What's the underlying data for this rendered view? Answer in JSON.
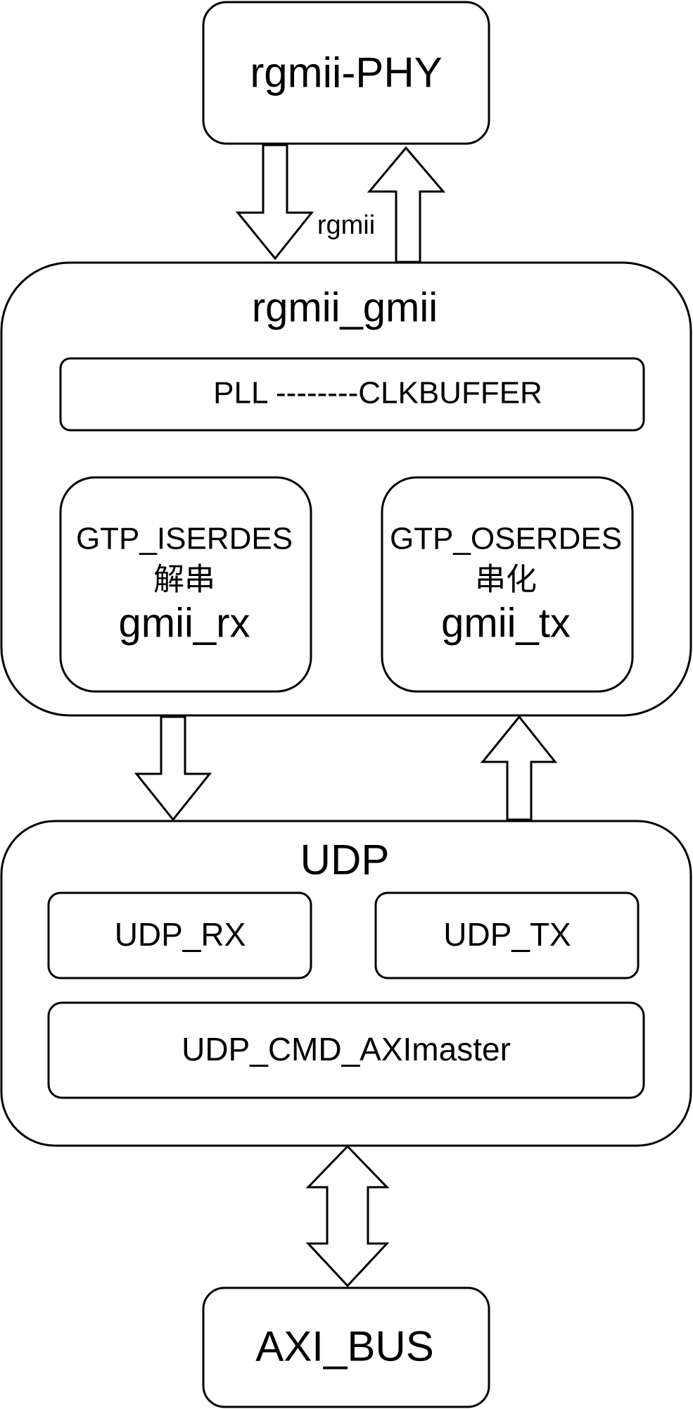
{
  "diagram": {
    "phy": {
      "label": "rgmii-PHY"
    },
    "link_label": "rgmii",
    "rgmii_gmii": {
      "title": "rgmii_gmii",
      "pll": {
        "label": "PLL --------CLKBUFFER"
      },
      "gmii_rx": {
        "line1": "GTP_ISERDES",
        "line2": "解串",
        "line3": "gmii_rx"
      },
      "gmii_tx": {
        "line1": "GTP_OSERDES",
        "line2": "串化",
        "line3": "gmii_tx"
      }
    },
    "udp": {
      "title": "UDP",
      "rx": {
        "label": "UDP_RX"
      },
      "tx": {
        "label": "UDP_TX"
      },
      "cmd": {
        "label": "UDP_CMD_AXImaster"
      }
    },
    "axi_bus": {
      "label": "AXI_BUS"
    }
  }
}
